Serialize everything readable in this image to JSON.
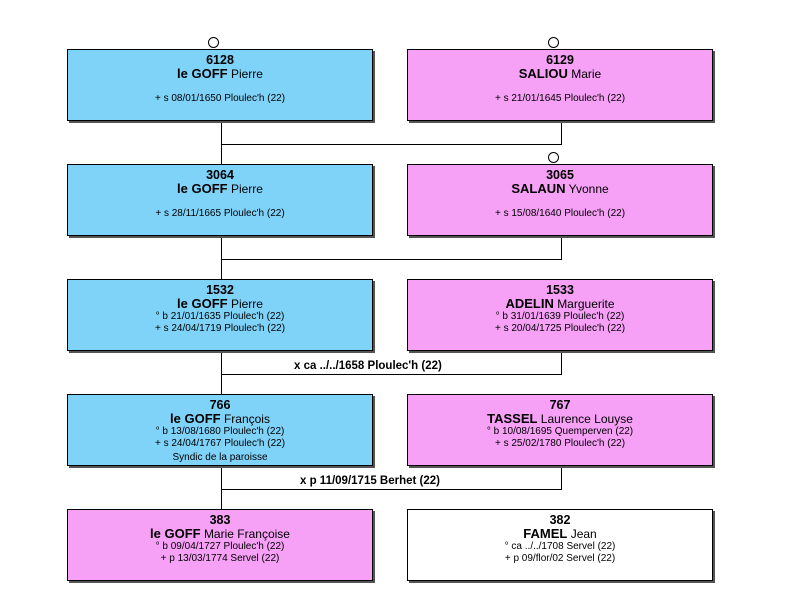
{
  "colors": {
    "male": "#7fd2f8",
    "female": "#f6a0f6",
    "unknown": "#ffffff"
  },
  "persons": {
    "p6128": {
      "num": "6128",
      "surname": "le GOFF",
      "given": "Pierre",
      "events": [
        "+ s 08/01/1650 Ploulec'h (22)"
      ]
    },
    "p6129": {
      "num": "6129",
      "surname": "SALIOU",
      "given": "Marie",
      "events": [
        "+ s 21/01/1645 Ploulec'h (22)"
      ]
    },
    "p3064": {
      "num": "3064",
      "surname": "le GOFF",
      "given": "Pierre",
      "events": [
        "+ s 28/11/1665 Ploulec'h (22)"
      ]
    },
    "p3065": {
      "num": "3065",
      "surname": "SALAUN",
      "given": "Yvonne",
      "events": [
        "+ s 15/08/1640 Ploulec'h (22)"
      ]
    },
    "p1532": {
      "num": "1532",
      "surname": "le GOFF",
      "given": "Pierre",
      "events": [
        "° b 21/01/1635 Ploulec'h (22)",
        "+ s 24/04/1719 Ploulec'h (22)"
      ]
    },
    "p1533": {
      "num": "1533",
      "surname": "ADELIN",
      "given": "Marguerite",
      "events": [
        "° b 31/01/1639 Ploulec'h (22)",
        "+ s 20/04/1725 Ploulec'h (22)"
      ]
    },
    "p766": {
      "num": "766",
      "surname": "le GOFF",
      "given": "François",
      "events": [
        "° b 13/08/1680 Ploulec'h (22)",
        "+ s 24/04/1767 Ploulec'h (22)",
        "Syndic de la paroisse"
      ]
    },
    "p767": {
      "num": "767",
      "surname": "TASSEL",
      "given": "Laurence Louyse",
      "events": [
        "° b 10/08/1695 Quemperven (22)",
        "+ s 25/02/1780 Ploulec'h (22)"
      ]
    },
    "p383": {
      "num": "383",
      "surname": "le GOFF",
      "given": "Marie Françoise",
      "events": [
        "° b 09/04/1727 Ploulec'h (22)",
        "+ p 13/03/1774 Servel (22)"
      ]
    },
    "p382": {
      "num": "382",
      "surname": "FAMEL",
      "given": "Jean",
      "events": [
        "° ca ../../1708 Servel (22)",
        "+ p 09/flor/02 Servel (22)"
      ]
    }
  },
  "marriages": {
    "m1532": "x ca ../../1658 Ploulec'h (22)",
    "m766": "x p 11/09/1715 Berhet (22)"
  }
}
